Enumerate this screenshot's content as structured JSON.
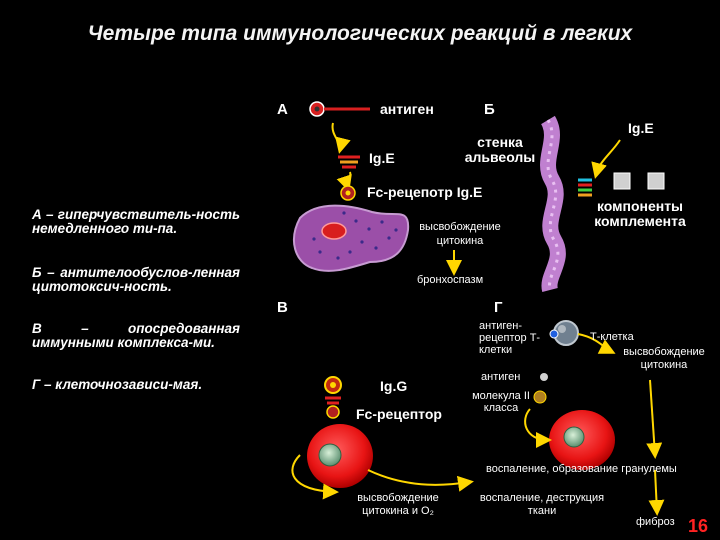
{
  "title": "Четыре типа иммунологических реакций в легких",
  "panels": {
    "a": "А",
    "b": "Б",
    "v": "В",
    "g": "Г"
  },
  "legend": [
    "А – гиперчувствитель-ность немедленного ти-па.",
    "Б – антителообуслов-ленная цитотоксич-ность.",
    "В – опосредованная иммунными комплекса-ми.",
    "Г – клеточнозависи-мая."
  ],
  "labels": {
    "antigen_a": "антиген",
    "ige_a": "Ig.E",
    "fc_receptor_ige": "Fc-рецепотр Ig.E",
    "cytokine_release_a": "высвобождение цитокина",
    "bronchospasm": "бронхоспазм",
    "alveolar_wall": "стенка альвеолы",
    "ige_b": "Ig.E",
    "complement": "компоненты комплемента",
    "igg": "Ig.G",
    "fc_receptor": "Fc-рецептор",
    "cytokine_o2": "высвобождение цитокина и O₂",
    "inflammation_destruction": "воспаление, деструкция ткани",
    "tcr": "антиген-рецептор Т-клетки",
    "t_cell": "Т-клетка",
    "cytokine_release_g": "высвобождение цитокина",
    "antigen_g": "антиген",
    "mhc2": "молекула II класса",
    "granuloma": "воспаление, образование гранулемы",
    "fibrosis": "фиброз"
  },
  "page_number": "16",
  "colors": {
    "title": "#f4f4f4",
    "page_number": "#ff2222",
    "mast_cell": "#9b4fa8",
    "alveola": "#c080d0",
    "red_cell": "#ee1c1c"
  }
}
